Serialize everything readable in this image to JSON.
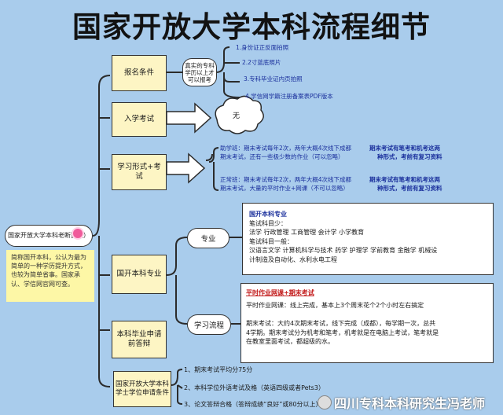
{
  "title": "国家开放大学本科流程细节",
  "root": {
    "label": "国家开放大学本科老断整理）",
    "note": "简称国开本科，公认为最为简单的一种学历提升方式，也较为简单省事。国家承认、学信网官网可查。"
  },
  "branches": {
    "enroll": {
      "label": "报名条件",
      "sub": "真实的专科学历以上才可以报考",
      "items": [
        "1.身份证正反面拍照",
        "2.2寸蓝底照片",
        "3.专科毕业证内页拍照",
        "4.学信网学籍注册备案表PDF版本"
      ]
    },
    "exam": {
      "label": "入学考试",
      "cloud": "无"
    },
    "study": {
      "label": "学习形式+考试",
      "assist": [
        "助学班：期末考试每年2次，两年大概4次线下成都",
        "期末考试，还有一些极少数的作业（可以忽略）"
      ],
      "assist_note": [
        "期末考试有笔考和机考这两",
        "种形式，考前有复习资料"
      ],
      "normal": [
        "正常班：期末考试每年2次，两年大概4次线下成都",
        "期末考试，大量的平时作业+网课（不可以忽略）"
      ],
      "normal_note": [
        "期末考试有笔考和机考这两",
        "种形式，考前有复习资料"
      ]
    },
    "major": {
      "label": "国开本科专业",
      "major_pill": "专业",
      "study_pill": "学习流程",
      "major_box": {
        "head": "国开本科专业",
        "l1": "笔试科目少：",
        "l2": "法学 行政管理 工商管理 会计学 小学教育",
        "l3": "笔试科目一般：",
        "l4": "汉语言文学 计算机科学与技术 药学 护理学 学前教育 金融学 机械设",
        "l5": "计制造及自动化、水利水电工程"
      },
      "study_box": {
        "head": "平时作业网课+期末考试",
        "l1": "平时作业网课：线上完成，基本上3个周末花个2个小时左右搞定",
        "l2": "期末考试：大约4次期末考试，线下完成（成都），每学期一次，总共",
        "l3": "4学期。期末考试分为机考和笔考，机考就是在电脑上考试，笔考就是",
        "l4": "在教室里面考试，都超级的水。"
      }
    },
    "grad": {
      "label": "本科毕业申请前答辩"
    },
    "degree": {
      "label": "国家开放大学本科学士学位申请条件",
      "items": [
        "1、期末考试平均分75分",
        "2、本科学位外语考试及格（英语四级或者Pets3）",
        "3、论文答辩合格（答辩成绩“良好”或80分以上）"
      ]
    }
  },
  "watermark": "四川专科本科研究生冯老师",
  "colors": {
    "background": "#a9ccec",
    "box": "#fdf5c4",
    "blue_text": "#1a2f9c",
    "red_text": "#c21a1a"
  }
}
